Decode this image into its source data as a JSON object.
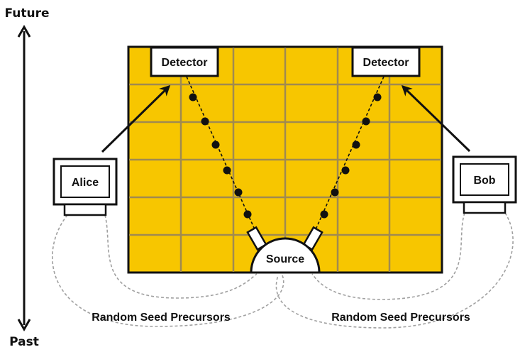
{
  "time_axis": {
    "top_label": "Future",
    "bottom_label": "Past"
  },
  "detectors": {
    "left_label": "Detector",
    "right_label": "Detector"
  },
  "computers": {
    "left_label": "Alice",
    "right_label": "Bob"
  },
  "source": {
    "label": "Source"
  },
  "precursors": {
    "left_label": "Random Seed Precursors",
    "right_label": "Random Seed Precursors"
  },
  "colors": {
    "grid_fill": "#f7c600",
    "grid_lines": "#a08a50",
    "ink": "#111111",
    "dashed_curves": "#a0a0a0",
    "background": "#ffffff"
  }
}
